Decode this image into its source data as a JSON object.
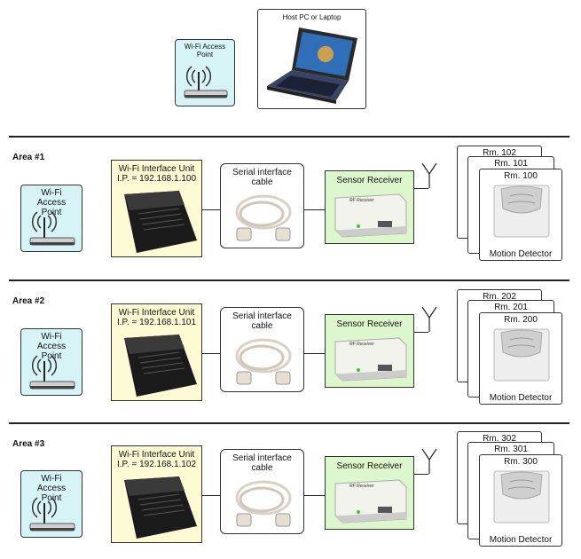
{
  "header": {
    "access_point_label": "Wi-Fi Access Point",
    "host_label": "Host PC or Laptop"
  },
  "areas": [
    {
      "title": "Area #1",
      "access_point_label": "Wi-Fi Access Point",
      "unit_title": "Wi-Fi Interface Unit",
      "unit_ip": "I.P. = 192.168.1.100",
      "cable_label": "Serial interface cable",
      "receiver_title": "Sensor Receiver",
      "receiver_device_text": "RF Receiver",
      "rooms": [
        "Rm. 102",
        "Rm. 101",
        "Rm. 100"
      ],
      "detector_label": "Motion Detector"
    },
    {
      "title": "Area #2",
      "access_point_label": "Wi-Fi Access Point",
      "unit_title": "Wi-Fi Interface Unit",
      "unit_ip": "I.P. = 192.168.1.101",
      "cable_label": "Serial interface cable",
      "receiver_title": "Sensor Receiver",
      "receiver_device_text": "RF Receiver",
      "rooms": [
        "Rm. 202",
        "Rm. 201",
        "Rm. 200"
      ],
      "detector_label": "Motion Detector"
    },
    {
      "title": "Area #3",
      "access_point_label": "Wi-Fi Access Point",
      "unit_title": "Wi-Fi Interface Unit",
      "unit_ip": "I.P. = 192.168.1.102",
      "cable_label": "Serial interface cable",
      "receiver_title": "Sensor Receiver",
      "receiver_device_text": "RF Receiver",
      "rooms": [
        "Rm. 302",
        "Rm. 301",
        "Rm. 300"
      ],
      "detector_label": "Motion Detector"
    }
  ],
  "colors": {
    "access_point_bg": "#d6f3f5",
    "unit_bg": "#fdfbd3",
    "receiver_bg": "#dcf7cc"
  },
  "icons": [
    "wifi-router-icon",
    "laptop-icon",
    "interface-unit-icon",
    "serial-cable-icon",
    "rf-receiver-icon",
    "antenna-icon",
    "motion-detector-icon"
  ]
}
